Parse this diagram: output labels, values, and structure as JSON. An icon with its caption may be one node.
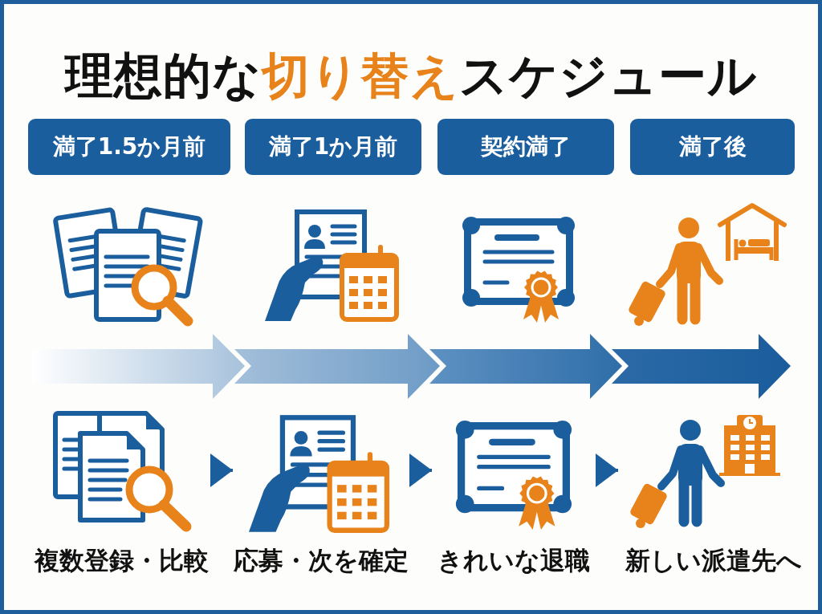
{
  "diagram": {
    "title": "理想的な**切り替え**スケジュール",
    "nodes": [
      {
        "text": [
          "満了1.5か月前"
        ]
      },
      {
        "text": [
          "満了1か月前"
        ]
      },
      {
        "text": [
          "契約満了"
        ]
      },
      {
        "text": [
          "満了後"
        ]
      },
      {
        "text": [
          "複数登録・比較"
        ]
      },
      {
        "text": [
          "応募・次を確定"
        ]
      },
      {
        "text": [
          "きれいな退職"
        ]
      },
      {
        "text": [
          "新しい派遣先へ"
        ]
      }
    ],
    "edges": [
      {
        "from": 4,
        "to": 5,
        "arrow": "to"
      },
      {
        "from": 5,
        "to": 6,
        "arrow": "to"
      },
      {
        "from": 6,
        "to": 7,
        "arrow": "to"
      }
    ]
  }
}
